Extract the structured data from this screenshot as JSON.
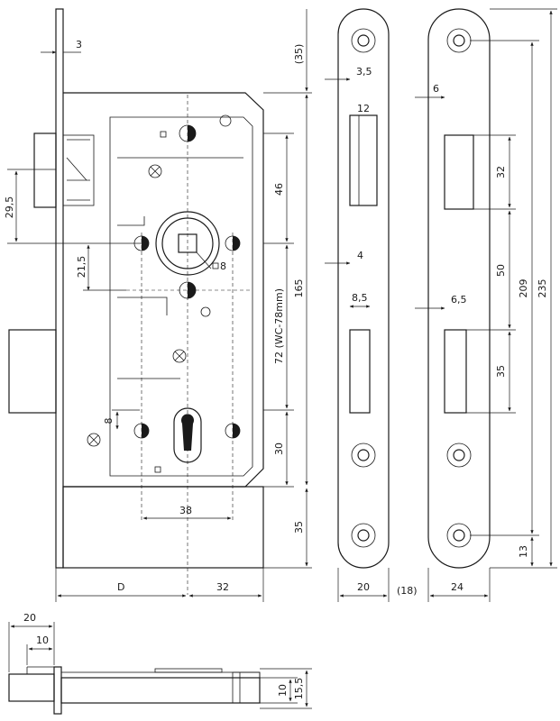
{
  "dimensions": {
    "front_3": "3",
    "front_29_5": "29,5",
    "front_21_5": "21,5",
    "front_46": "46",
    "front_165": "165",
    "front_72_wc": "72 (WC-78mm)",
    "front_30": "30",
    "front_35_bottom": "35",
    "front_35_top": "(35)",
    "front_8_square": "8",
    "front_8_left": "8",
    "front_38": "38",
    "front_D": "D",
    "front_32_bottom": "32",
    "side_3_5": "3,5",
    "side_12": "12",
    "side_4": "4",
    "side_8_5": "8,5",
    "side_20": "20",
    "side_18": "(18)",
    "plate_6": "6",
    "plate_32": "32",
    "plate_50": "50",
    "plate_6_5": "6,5",
    "plate_35": "35",
    "plate_209": "209",
    "plate_235": "235",
    "plate_13": "13",
    "plate_24": "24",
    "bottom_20": "20",
    "bottom_10": "10",
    "bottom_10_right": "10",
    "bottom_15_5": "15,5"
  }
}
